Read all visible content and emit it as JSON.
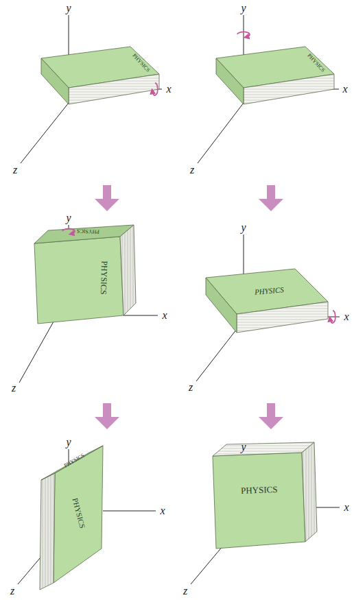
{
  "diagram": {
    "labels": [
      "y",
      "x",
      "z",
      "PHYSICS",
      "y",
      "x",
      "z",
      "PHYSICS",
      "y",
      "x",
      "z",
      "PHYSICS",
      "PHYSICS",
      "y",
      "x",
      "z",
      "PHYSICS",
      "y",
      "x",
      "z",
      "PHYSICS",
      "PHYSICS",
      "y",
      "x",
      "z",
      "PHYSICS"
    ]
  }
}
